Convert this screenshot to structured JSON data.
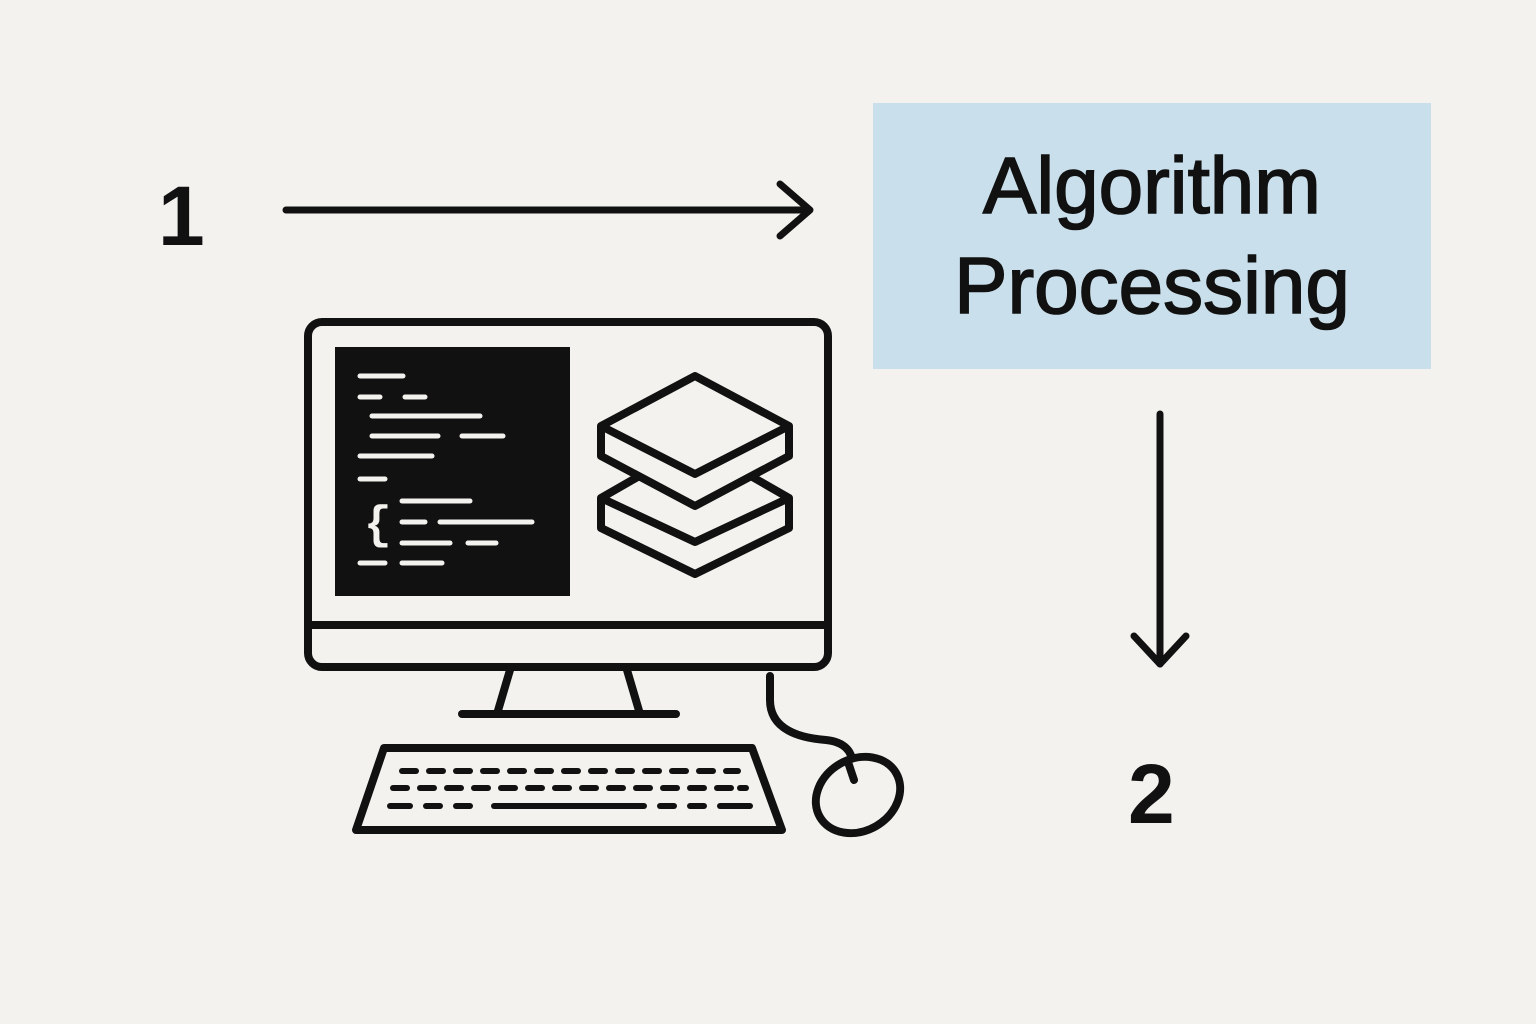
{
  "steps": {
    "first": "1",
    "second": "2"
  },
  "process_box": {
    "line_1": "Algorithm",
    "line_2": "Processing",
    "fill_color": "#c9dfeb"
  },
  "colors": {
    "background": "#f3f2ee",
    "ink": "#111111",
    "code_text": "#f3f2ee"
  },
  "illustration": {
    "subject": "desktop-computer-icon",
    "parts": [
      "monitor",
      "code-panel",
      "layers-icon",
      "stand",
      "keyboard",
      "mouse"
    ],
    "code_brace": "{"
  }
}
